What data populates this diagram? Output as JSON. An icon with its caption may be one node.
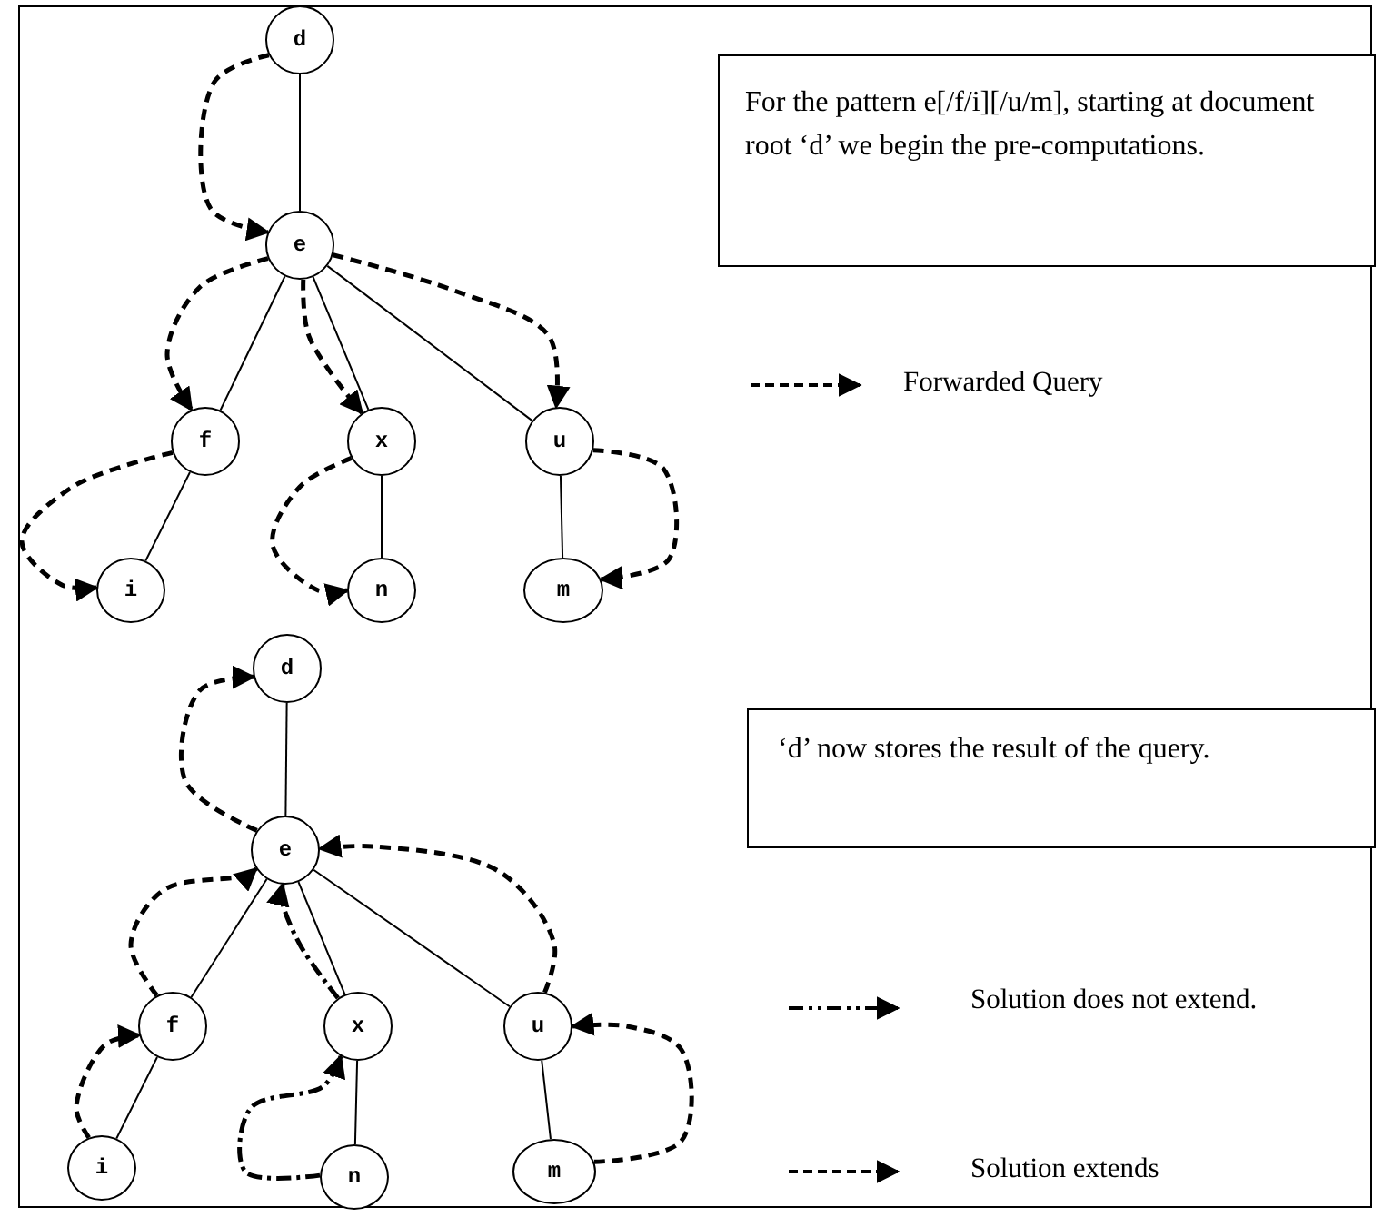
{
  "diagram": {
    "nodes": [
      {
        "text": [
          "d"
        ]
      },
      {
        "text": [
          "e"
        ]
      },
      {
        "text": [
          "f"
        ]
      },
      {
        "text": [
          "x"
        ]
      },
      {
        "text": [
          "u"
        ]
      },
      {
        "text": [
          "i"
        ]
      },
      {
        "text": [
          "n"
        ]
      },
      {
        "text": [
          "m"
        ]
      },
      {
        "text": [
          "For the pattern e[/f/i][/u/m], starting at document root ‘d’ we begin the pre-computations."
        ]
      },
      {
        "text": [
          "d"
        ]
      },
      {
        "text": [
          "e"
        ]
      },
      {
        "text": [
          "f"
        ]
      },
      {
        "text": [
          "x"
        ]
      },
      {
        "text": [
          "u"
        ]
      },
      {
        "text": [
          "i"
        ]
      },
      {
        "text": [
          "n"
        ]
      },
      {
        "text": [
          "m"
        ]
      },
      {
        "text": [
          "‘d’ now stores the result of the query."
        ]
      }
    ],
    "edges": [
      {
        "from": 0,
        "to": 1,
        "arrow": "none"
      },
      {
        "from": 1,
        "to": 2,
        "arrow": "none"
      },
      {
        "from": 1,
        "to": 3,
        "arrow": "none"
      },
      {
        "from": 1,
        "to": 4,
        "arrow": "none"
      },
      {
        "from": 2,
        "to": 5,
        "arrow": "none"
      },
      {
        "from": 3,
        "to": 6,
        "arrow": "none"
      },
      {
        "from": 4,
        "to": 7,
        "arrow": "none"
      },
      {
        "from": 0,
        "to": 1,
        "arrow": "to",
        "style": "dashed"
      },
      {
        "from": 1,
        "to": 2,
        "arrow": "to",
        "style": "dashed"
      },
      {
        "from": 1,
        "to": 3,
        "arrow": "to",
        "style": "dashed"
      },
      {
        "from": 1,
        "to": 4,
        "arrow": "to",
        "style": "dashed"
      },
      {
        "from": 2,
        "to": 5,
        "arrow": "to",
        "style": "dashed"
      },
      {
        "from": 3,
        "to": 6,
        "arrow": "to",
        "style": "dashed"
      },
      {
        "from": 4,
        "to": 7,
        "arrow": "to",
        "style": "dashed"
      },
      {
        "from": 9,
        "to": 10,
        "arrow": "none"
      },
      {
        "from": 10,
        "to": 11,
        "arrow": "none"
      },
      {
        "from": 10,
        "to": 12,
        "arrow": "none"
      },
      {
        "from": 10,
        "to": 13,
        "arrow": "none"
      },
      {
        "from": 11,
        "to": 14,
        "arrow": "none"
      },
      {
        "from": 12,
        "to": 15,
        "arrow": "none"
      },
      {
        "from": 13,
        "to": 16,
        "arrow": "none"
      },
      {
        "from": 10,
        "to": 9,
        "arrow": "to",
        "style": "dashed"
      },
      {
        "from": 11,
        "to": 10,
        "arrow": "to",
        "style": "dashed"
      },
      {
        "from": 12,
        "to": 10,
        "arrow": "to",
        "style": "dashed"
      },
      {
        "from": 13,
        "to": 10,
        "arrow": "to",
        "style": "dashed"
      },
      {
        "from": 14,
        "to": 11,
        "arrow": "to",
        "style": "dashed"
      },
      {
        "from": 15,
        "to": 12,
        "arrow": "to",
        "style": "dashed"
      },
      {
        "from": 16,
        "to": 13,
        "arrow": "to",
        "style": "dashed"
      }
    ],
    "legend": [
      {
        "text": "Forwarded Query"
      },
      {
        "text": "Solution does not extend."
      },
      {
        "text": "Solution extends"
      }
    ]
  }
}
